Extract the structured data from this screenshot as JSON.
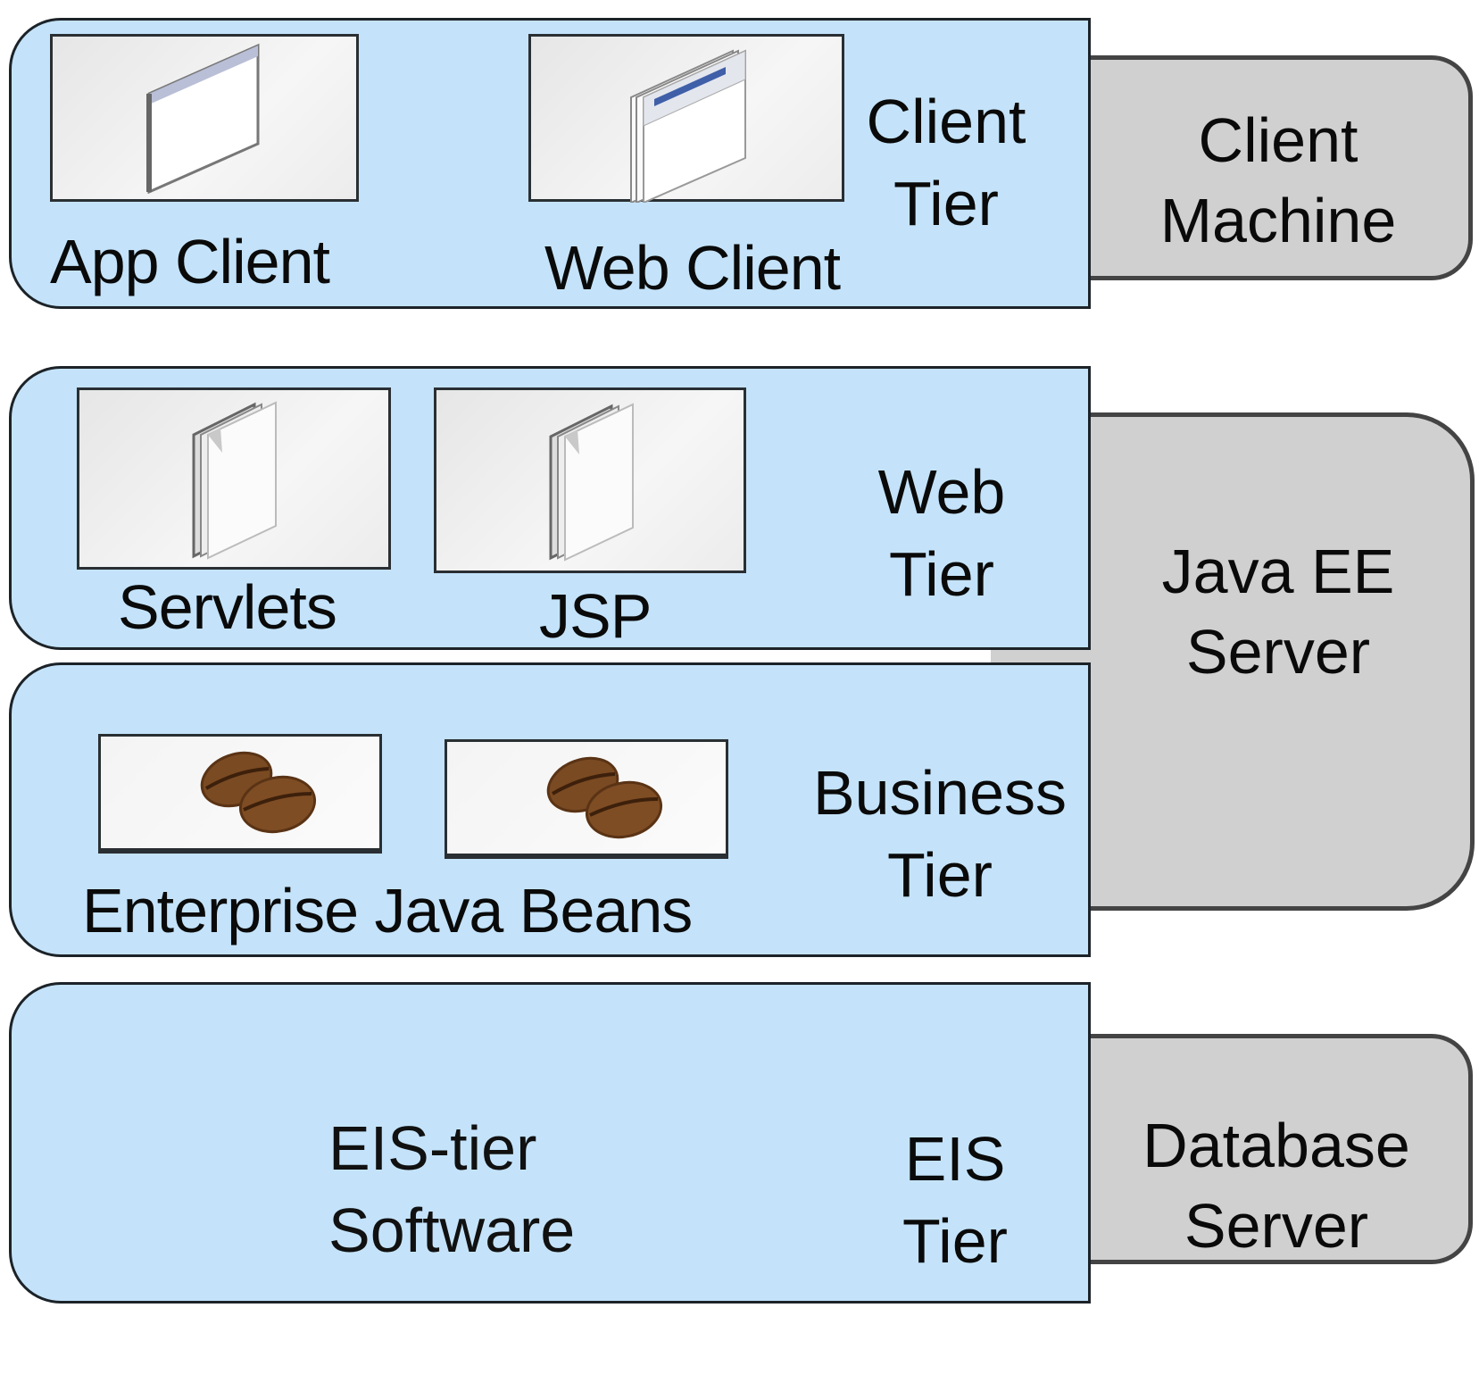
{
  "tiers": {
    "client": {
      "label": "Client\nTier",
      "components": [
        {
          "label": "App Client",
          "icon": "app-window-icon"
        },
        {
          "label": "Web Client",
          "icon": "browser-window-icon"
        }
      ]
    },
    "web": {
      "label": "Web\nTier",
      "components": [
        {
          "label": "Servlets",
          "icon": "document-stack-icon"
        },
        {
          "label": "JSP",
          "icon": "document-stack-icon"
        }
      ]
    },
    "business": {
      "label": "Business\nTier",
      "components_label": "Enterprise Java Beans",
      "components": [
        {
          "icon": "coffee-beans-icon"
        },
        {
          "icon": "coffee-beans-icon"
        }
      ]
    },
    "eis": {
      "label": "EIS\nTier",
      "content": "EIS-tier\nSoftware"
    }
  },
  "machines": {
    "client": "Client\nMachine",
    "javaee": "Java EE\nServer",
    "database": "Database\nServer"
  },
  "colors": {
    "tier_fill": "#c4e3fa",
    "machine_fill": "#d0d0d0",
    "bean_brown": "#7a4a22"
  }
}
